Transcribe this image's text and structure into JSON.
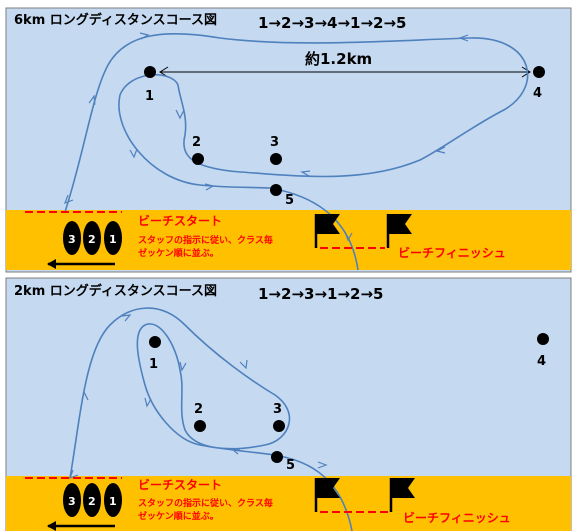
{
  "panels": [
    {
      "title": "6km ロングディスタンスコース図",
      "sequence": "1→2→3→4→1→2→5",
      "distance_label": "約1.2km",
      "buoys": [
        {
          "label": "1"
        },
        {
          "label": "2"
        },
        {
          "label": "3"
        },
        {
          "label": "4"
        },
        {
          "label": "5"
        }
      ],
      "beach_start": "ビーチスタート",
      "note_line1": "スタッフの指示に従い、クラス毎",
      "note_line2": "ゼッケン順に並ぶ。",
      "beach_finish": "ビーチフィニッシュ",
      "start_boxes": [
        "3",
        "2",
        "1"
      ]
    },
    {
      "title": "2km ロングディスタンスコース図",
      "sequence": "1→2→3→1→2→5",
      "buoys": [
        {
          "label": "1"
        },
        {
          "label": "2"
        },
        {
          "label": "3"
        },
        {
          "label": "4"
        },
        {
          "label": "5"
        }
      ],
      "beach_start": "ビーチスタート",
      "note_line1": "スタッフの指示に従い、クラス毎",
      "note_line2": "ゼッケン順に並ぶ。",
      "beach_finish": "ビーチフィニッシュ",
      "start_boxes": [
        "3",
        "2",
        "1"
      ]
    }
  ],
  "colors": {
    "water": "#c5d9f1",
    "beach": "#ffc000",
    "course_line": "#4f81bd",
    "red_text": "#ff0000",
    "dark": "#000000"
  }
}
